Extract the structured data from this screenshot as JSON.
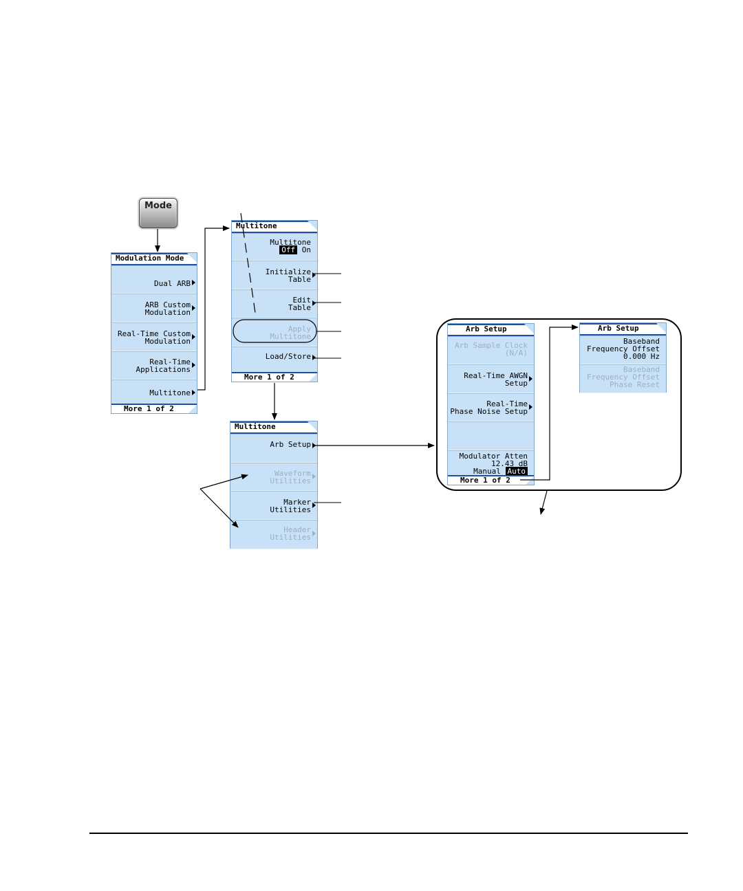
{
  "mode_key": {
    "label": "Mode"
  },
  "modulation_menu": {
    "title": "Modulation Mode",
    "items": [
      {
        "label": "Dual ARB",
        "submenu": true
      },
      {
        "label": "ARB Custom\nModulation",
        "submenu": true
      },
      {
        "label": "Real-Time Custom\nModulation",
        "submenu": true
      },
      {
        "label": "Real-Time\nApplications",
        "submenu": true
      },
      {
        "label": "Multitone",
        "submenu": true
      }
    ],
    "more": "More 1 of 2"
  },
  "multitone_menu_1": {
    "title": "Multitone",
    "toggle": {
      "label": "Multitone",
      "off": "Off",
      "on": "On",
      "selected": "Off"
    },
    "items": [
      {
        "label": "Initialize\nTable",
        "submenu": true,
        "enabled": true
      },
      {
        "label": "Edit\nTable",
        "submenu": true,
        "enabled": true
      },
      {
        "label": "Apply\nMultitone",
        "submenu": false,
        "enabled": false
      },
      {
        "label": "Load/Store",
        "submenu": true,
        "enabled": true
      }
    ],
    "more": "More 1 of 2"
  },
  "multitone_menu_2": {
    "title": "Multitone",
    "items": [
      {
        "label": "Arb Setup",
        "submenu": true,
        "enabled": true
      },
      {
        "label": "Waveform\nUtilities",
        "submenu": true,
        "enabled": false
      },
      {
        "label": "Marker\nUtilities",
        "submenu": true,
        "enabled": true
      },
      {
        "label": "Header\nUtilities",
        "submenu": true,
        "enabled": false
      }
    ]
  },
  "arb_setup_menu_1": {
    "title": "Arb Setup",
    "items": [
      {
        "label": "Arb Sample Clock\n(N/A)",
        "submenu": false,
        "enabled": false
      },
      {
        "label": "Real-Time AWGN\nSetup",
        "submenu": true,
        "enabled": true
      },
      {
        "label": "Real-Time\nPhase Noise Setup",
        "submenu": true,
        "enabled": true
      },
      {
        "label": "",
        "submenu": false,
        "enabled": true
      }
    ],
    "atten": {
      "label": "Modulator Atten",
      "value": "12.43 dB",
      "manual": "Manual",
      "auto": "Auto",
      "selected": "Auto"
    },
    "more": "More 1 of 2"
  },
  "arb_setup_menu_2": {
    "title": "Arb Setup",
    "items": [
      {
        "label": "Baseband\nFrequency Offset\n0.000 Hz",
        "enabled": true
      },
      {
        "label": "Baseband\nFrequency Offset\nPhase Reset",
        "enabled": false
      }
    ]
  },
  "colors": {
    "softkey_bg": "#c9e1f7",
    "title_border": "#1f4fa0",
    "disabled_text": "#9ab0c4"
  }
}
